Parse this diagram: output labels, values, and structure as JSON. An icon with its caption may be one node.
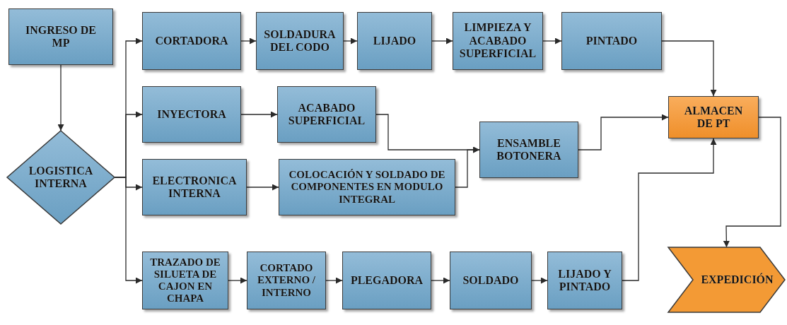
{
  "diagram": {
    "nodes": [
      {
        "text": [
          "INGRESO DE MP"
        ]
      },
      {
        "text": [
          "LOGISTICA INTERNA"
        ]
      },
      {
        "text": [
          "CORTADORA"
        ]
      },
      {
        "text": [
          "SOLDADURA DEL CODO"
        ]
      },
      {
        "text": [
          "LIJADO"
        ]
      },
      {
        "text": [
          "LIMPIEZA Y ACABADO SUPERFICIAL"
        ]
      },
      {
        "text": [
          "PINTADO"
        ]
      },
      {
        "text": [
          "INYECTORA"
        ]
      },
      {
        "text": [
          "ACABADO SUPERFICIAL"
        ]
      },
      {
        "text": [
          "ELECTRONICA INTERNA"
        ]
      },
      {
        "text": [
          "COLOCACIÓN Y SOLDADO DE COMPONENTES EN MODULO INTEGRAL"
        ]
      },
      {
        "text": [
          "ENSAMBLE BOTONERA"
        ]
      },
      {
        "text": [
          "ALMACEN DE PT"
        ]
      },
      {
        "text": [
          "TRAZADO DE SILUETA DE CAJON EN CHAPA"
        ]
      },
      {
        "text": [
          "CORTADO EXTERNO / INTERNO"
        ]
      },
      {
        "text": [
          "PLEGADORA"
        ]
      },
      {
        "text": [
          "SOLDADO"
        ]
      },
      {
        "text": [
          "LIJADO Y PINTADO"
        ]
      },
      {
        "text": [
          "EXPEDICIÓN"
        ]
      }
    ],
    "edges": [
      {
        "from": 0,
        "to": 1,
        "arrow": "to"
      },
      {
        "from": 1,
        "to": 2,
        "arrow": "to"
      },
      {
        "from": 1,
        "to": 7,
        "arrow": "to"
      },
      {
        "from": 1,
        "to": 9,
        "arrow": "to"
      },
      {
        "from": 1,
        "to": 13,
        "arrow": "to"
      },
      {
        "from": 2,
        "to": 3,
        "arrow": "to"
      },
      {
        "from": 3,
        "to": 4,
        "arrow": "to"
      },
      {
        "from": 4,
        "to": 5,
        "arrow": "to"
      },
      {
        "from": 5,
        "to": 6,
        "arrow": "to"
      },
      {
        "from": 6,
        "to": 12,
        "arrow": "to"
      },
      {
        "from": 7,
        "to": 8,
        "arrow": "to"
      },
      {
        "from": 8,
        "to": 11,
        "arrow": "to"
      },
      {
        "from": 9,
        "to": 10,
        "arrow": "to"
      },
      {
        "from": 10,
        "to": 11,
        "arrow": "to"
      },
      {
        "from": 11,
        "to": 12,
        "arrow": "to"
      },
      {
        "from": 12,
        "to": 18,
        "arrow": "to"
      },
      {
        "from": 13,
        "to": 14,
        "arrow": "to"
      },
      {
        "from": 14,
        "to": 15,
        "arrow": "to"
      },
      {
        "from": 15,
        "to": 16,
        "arrow": "to"
      },
      {
        "from": 16,
        "to": 17,
        "arrow": "to"
      },
      {
        "from": 17,
        "to": 12,
        "arrow": "to"
      }
    ]
  }
}
